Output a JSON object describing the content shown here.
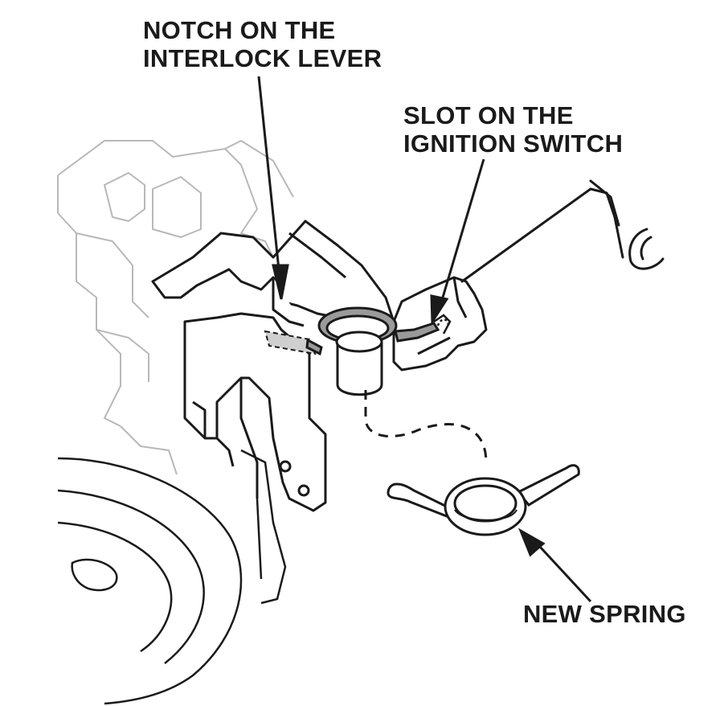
{
  "callouts": {
    "notch": {
      "line1": "NOTCH ON THE",
      "line2": "INTERLOCK LEVER"
    },
    "slot": {
      "line1": "SLOT ON THE",
      "line2": "IGNITION SWITCH"
    },
    "spring": {
      "line1": "NEW SPRING"
    }
  }
}
